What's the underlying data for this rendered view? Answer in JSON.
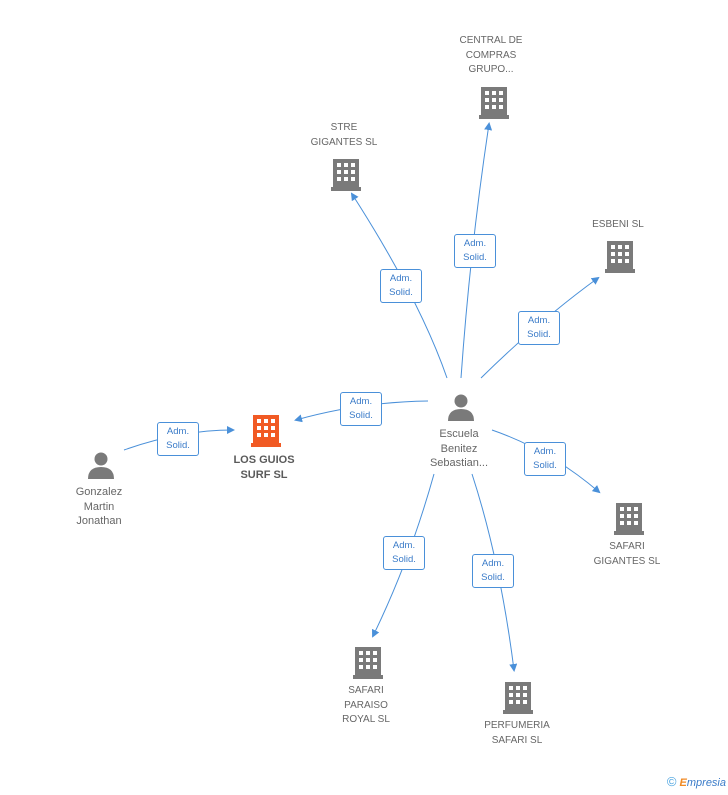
{
  "colors": {
    "edge": "#4a90d9",
    "node": "#7a7a7a",
    "focus": "#f15a24"
  },
  "edge_label": {
    "line1": "Adm.",
    "line2": "Solid."
  },
  "nodes": {
    "central": {
      "name": "Escuela\nBenitez\nSebastian...",
      "type": "person"
    },
    "gonzalez": {
      "name": "Gonzalez\nMartin\nJonathan",
      "type": "person"
    },
    "guios": {
      "name": "LOS GUIOS\nSURF SL",
      "type": "company-focus"
    },
    "central_compras": {
      "name": "CENTRAL DE\nCOMPRAS\nGRUPO...",
      "type": "company"
    },
    "stre": {
      "name": "STRE\nGIGANTES SL",
      "type": "company"
    },
    "esbeni": {
      "name": "ESBENI SL",
      "type": "company"
    },
    "safari_gigantes": {
      "name": "SAFARI\nGIGANTES SL",
      "type": "company"
    },
    "safari_paraiso": {
      "name": "SAFARI\nPARAISO\nROYAL SL",
      "type": "company"
    },
    "perfumeria": {
      "name": "PERFUMERIA\nSAFARI SL",
      "type": "company"
    }
  },
  "credit": {
    "symbol": "©",
    "brand_initial": "E",
    "brand_rest": "mpresia"
  }
}
